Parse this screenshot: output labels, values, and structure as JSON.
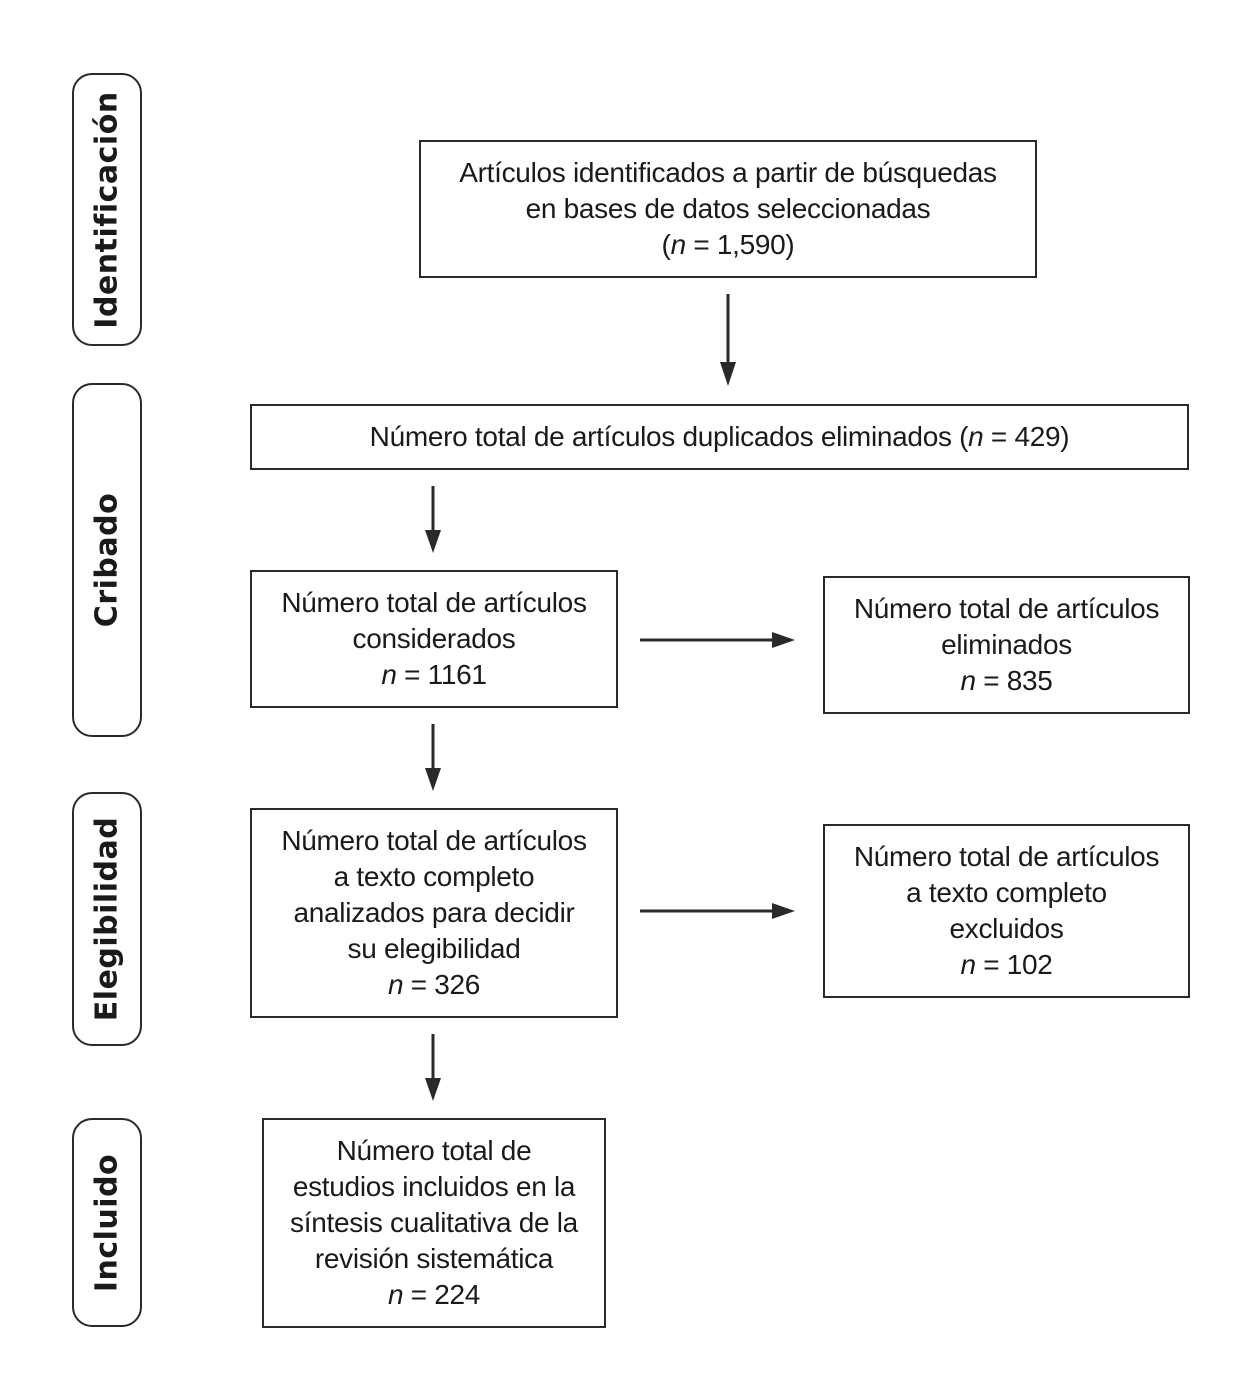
{
  "stages": {
    "identificacion": "Identificación",
    "cribado": "Cribado",
    "elegibilidad": "Elegibilidad",
    "incluido": "Incluido"
  },
  "boxes": {
    "identified": {
      "lines": [
        "Artículos identificados a partir de búsquedas",
        "en bases de datos seleccionadas"
      ],
      "n_prefix": "(",
      "n_var": "n",
      "n_value": " = 1,590)"
    },
    "duplicates": {
      "text": "Número total de artículos duplicados eliminados (",
      "n_var": "n",
      "n_value": " = 429)"
    },
    "considered": {
      "lines": [
        "Número total de artículos",
        "considerados"
      ],
      "n_var": "n",
      "n_value": " = 1161"
    },
    "removed": {
      "lines": [
        "Número total de artículos",
        "eliminados"
      ],
      "n_var": "n",
      "n_value": " = 835"
    },
    "fulltext": {
      "lines": [
        "Número total de artículos",
        "a texto completo",
        "analizados para decidir",
        "su elegibilidad"
      ],
      "n_var": "n",
      "n_value": " = 326"
    },
    "excluded": {
      "lines": [
        "Número total de artículos",
        "a texto completo",
        "excluidos"
      ],
      "n_var": "n",
      "n_value": " = 102"
    },
    "included": {
      "lines": [
        "Número total de",
        "estudios incluidos en la",
        "síntesis cualitativa de la",
        "revisión sistemática"
      ],
      "n_var": "n",
      "n_value": " = 224"
    }
  },
  "colors": {
    "line": "#2a2a2a",
    "text": "#1a1a1a",
    "background": "#ffffff"
  }
}
